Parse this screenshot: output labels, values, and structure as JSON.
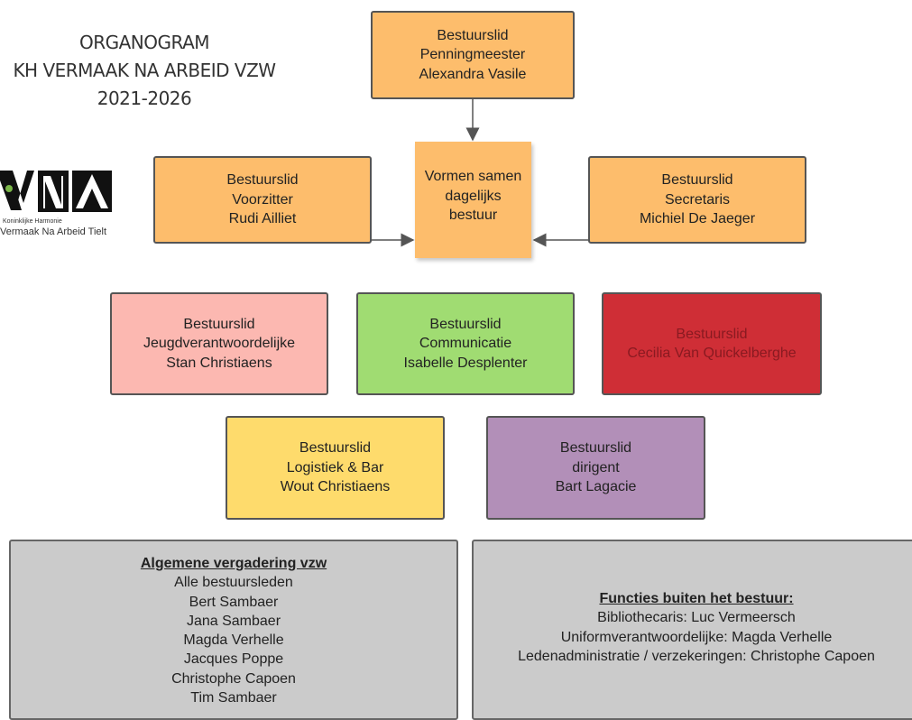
{
  "title": {
    "line1": "ORGANOGRAM",
    "line2": "KH VERMAAK NA ARBEID VZW",
    "line3": "2021-2026"
  },
  "logo": {
    "letters": "VNA",
    "subtitle_small": "Koninklijke Harmonie",
    "subtitle": "Vermaak Na Arbeid Tielt"
  },
  "colors": {
    "orange": "#fdbd6c",
    "pink": "#fcb8b1",
    "green": "#a0dc72",
    "red": "#cf2e36",
    "yellow": "#fedb6c",
    "purple": "#b28fb8",
    "grey": "#cbcbcb"
  },
  "nodes": {
    "penningmeester": {
      "role": "Bestuurslid",
      "function": "Penningmeester",
      "name": "Alexandra Vasile"
    },
    "voorzitter": {
      "role": "Bestuurslid",
      "function": "Voorzitter",
      "name": "Rudi Ailliet"
    },
    "secretaris": {
      "role": "Bestuurslid",
      "function": "Secretaris",
      "name": "Michiel De Jaeger"
    },
    "dagelijks": {
      "line1": "Vormen samen",
      "line2": "dagelijks",
      "line3": "bestuur"
    },
    "jeugd": {
      "role": "Bestuurslid",
      "function": "Jeugdverantwoordelijke",
      "name": "Stan Christiaens"
    },
    "communicatie": {
      "role": "Bestuurslid",
      "function": "Communicatie",
      "name": "Isabelle Desplenter"
    },
    "cecilia": {
      "role": "Bestuurslid",
      "name": "Cecilia Van Quickelberghe"
    },
    "logistiek": {
      "role": "Bestuurslid",
      "function": "Logistiek & Bar",
      "name": "Wout Christiaens"
    },
    "dirigent": {
      "role": "Bestuurslid",
      "function": "dirigent",
      "name": "Bart Lagacie"
    }
  },
  "algemene_vergadering": {
    "header": "Algemene vergadering vzw",
    "members": [
      "Alle bestuursleden",
      "Bert Sambaer",
      "Jana Sambaer",
      "Magda Verhelle",
      "Jacques Poppe",
      "Christophe Capoen",
      "Tim Sambaer"
    ]
  },
  "functies": {
    "header": "Functies buiten het bestuur:",
    "items": [
      "Bibliothecaris: Luc Vermeersch",
      "Uniformverantwoordelijke: Magda Verhelle",
      "Ledenadministratie / verzekeringen: Christophe Capoen"
    ]
  }
}
